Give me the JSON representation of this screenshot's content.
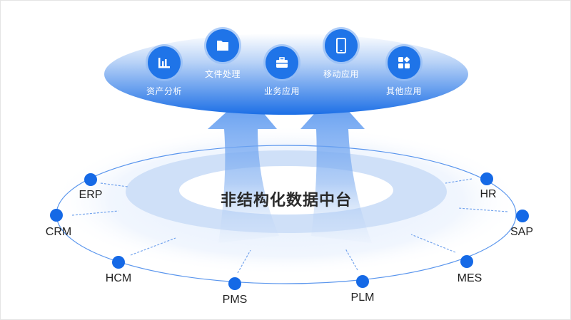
{
  "title": "非结构化数据中台",
  "colors": {
    "primary": "#1f74e8",
    "node": "#1569e6",
    "ring": "#cfe0f8",
    "text": "#222222"
  },
  "apps": [
    {
      "id": "asset",
      "label": "资产分析",
      "icon": "bar-chart-icon"
    },
    {
      "id": "file",
      "label": "文件处理",
      "icon": "folder-icon"
    },
    {
      "id": "business",
      "label": "业务应用",
      "icon": "briefcase-icon"
    },
    {
      "id": "mobile",
      "label": "移动应用",
      "icon": "mobile-phone-icon"
    },
    {
      "id": "other",
      "label": "其他应用",
      "icon": "apps-grid-icon"
    }
  ],
  "systems": [
    "ERP",
    "CRM",
    "HCM",
    "PMS",
    "PLM",
    "MES",
    "SAP",
    "HR"
  ]
}
